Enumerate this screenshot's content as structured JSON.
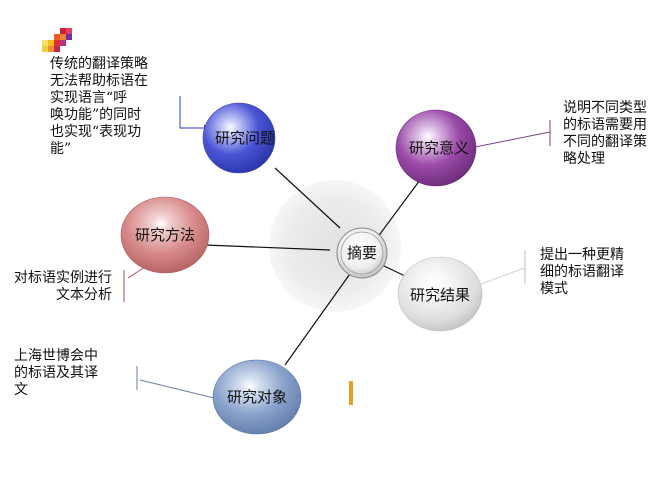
{
  "center": {
    "label": "摘要"
  },
  "nodes": {
    "question": {
      "label": "研究问题",
      "color": "#4a55d6"
    },
    "significance": {
      "label": "研究意义",
      "color": "#8b3f9a"
    },
    "method": {
      "label": "研究方法",
      "color": "#c96a6a"
    },
    "result": {
      "label": "研究结果",
      "color": "#e3e3e3"
    },
    "object": {
      "label": "研究对象",
      "color": "#7f9dcc"
    }
  },
  "notes": {
    "question": "传统的翻译策略\n无法帮助标语在\n实现语言“呼\n唤功能”的同时\n也实现“表现功\n能”",
    "significance": "说明不同类型\n的标语需要用\n不同的翻译策\n略处理",
    "method": "对标语实例进行\n文本分析",
    "result": "提出一种更精\n细的标语翻译\n模式",
    "object": "上海世博会中\n的标语及其译\n文"
  },
  "colors": {
    "connector": "#111111",
    "bracket_purple": "#7a3f8a",
    "bracket_blue": "#2a3fbf",
    "bracket_red": "#b34a4a",
    "bracket_gray": "#bfbfbf",
    "bracket_slate": "#6a7fa0",
    "accent_bar": "#e0a020",
    "halo": "#dcdcdc"
  },
  "icons": {
    "logo": "colorful-grid-logo-icon",
    "accent": "orange-bar-icon"
  }
}
